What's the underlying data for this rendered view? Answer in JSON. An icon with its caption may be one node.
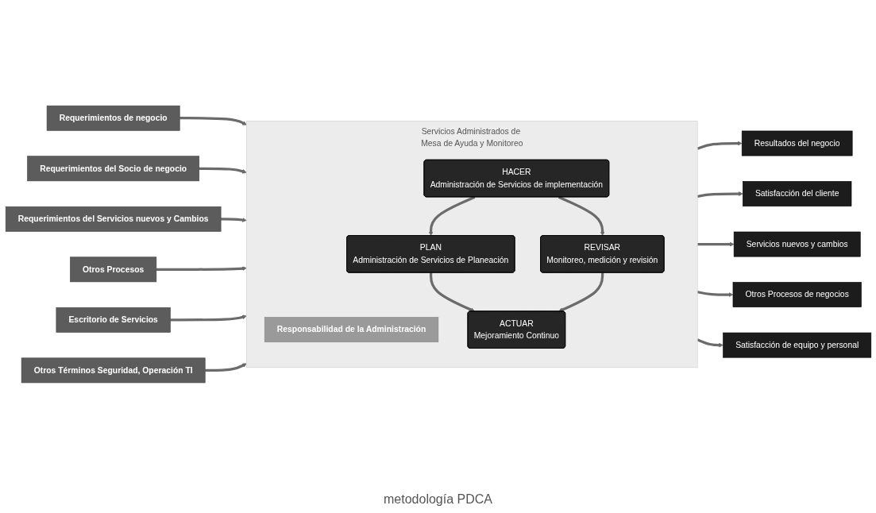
{
  "diagram": {
    "caption": "metodología PDCA",
    "nodes": [
      {
        "text": [
          "Requerimientos de negocio"
        ]
      },
      {
        "text": [
          "Requerimientos del Socio de negocio"
        ]
      },
      {
        "text": [
          "Requerimientos del Servicios nuevos y Cambios"
        ]
      },
      {
        "text": [
          "Otros Procesos"
        ]
      },
      {
        "text": [
          "Escritorio de Servicios"
        ]
      },
      {
        "text": [
          "Otros Términos Seguridad, Operación TI"
        ]
      },
      {
        "text": [
          "Servicios Administrados de Mesa de Ayuda y Monitoreo"
        ]
      },
      {
        "text": [
          "Responsabilidad de la Administración"
        ],
        "in": 6
      },
      {
        "text": [
          "PLAN",
          "Administración de Servicios de Planeación"
        ],
        "in": 6
      },
      {
        "text": [
          "HACER",
          "Administración de Servicios de implementación"
        ],
        "in": 6
      },
      {
        "text": [
          "ACTUAR",
          "Mejoramiento Continuo"
        ],
        "in": 6
      },
      {
        "text": [
          "REVISAR",
          "Monitoreo, medición y revisión"
        ],
        "in": 6
      },
      {
        "text": [
          "Resultados del negocio"
        ]
      },
      {
        "text": [
          "Satisfacción del cliente"
        ]
      },
      {
        "text": [
          "Servicios nuevos y cambios"
        ]
      },
      {
        "text": [
          "Otros Procesos de negocios"
        ]
      },
      {
        "text": [
          "Satisfacción de equipo y personal"
        ]
      }
    ],
    "edges": [
      {
        "from": 0,
        "to": 6,
        "arrow": "to"
      },
      {
        "from": 1,
        "to": 6,
        "arrow": "to"
      },
      {
        "from": 2,
        "to": 6,
        "arrow": "to"
      },
      {
        "from": 3,
        "to": 6,
        "arrow": "to"
      },
      {
        "from": 4,
        "to": 6,
        "arrow": "to"
      },
      {
        "from": 5,
        "to": 6,
        "arrow": "to"
      },
      {
        "from": 9,
        "to": 8,
        "arrow": "to"
      },
      {
        "from": 8,
        "to": 10,
        "arrow": "to"
      },
      {
        "from": 9,
        "to": 11,
        "arrow": "to"
      },
      {
        "from": 11,
        "to": 10,
        "arrow": "to"
      },
      {
        "from": 6,
        "to": 12,
        "arrow": "to"
      },
      {
        "from": 6,
        "to": 13,
        "arrow": "to"
      },
      {
        "from": 6,
        "to": 14,
        "arrow": "to"
      },
      {
        "from": 6,
        "to": 15,
        "arrow": "to"
      },
      {
        "from": 6,
        "to": 16,
        "arrow": "to"
      }
    ]
  }
}
